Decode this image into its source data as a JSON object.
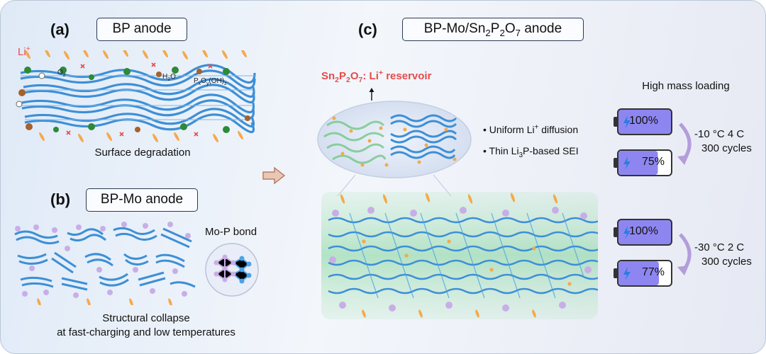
{
  "panel_a": {
    "letter": "(a)",
    "title": "BP anode",
    "li_label": "Li",
    "li_sup": "+",
    "o2_label": "O",
    "o2_sub": "2",
    "h2o_label_a": "H",
    "h2o_sub": "2",
    "h2o_label_b": "O",
    "pox_label_a": "P",
    "pox_sub1": "x",
    "pox_label_b": "O",
    "pox_sub2": "y",
    "pox_label_c": "(OH)",
    "pox_sub3": "z",
    "caption": "Surface degradation"
  },
  "panel_b": {
    "letter": "(b)",
    "title": "BP-Mo anode",
    "bond_label": "Mo-P bond",
    "caption_line1": "Structural collapse",
    "caption_line2": "at fast-charging and low temperatures"
  },
  "panel_c": {
    "letter": "(c)",
    "title_a": "BP-Mo/Sn",
    "title_sub1": "2",
    "title_b": "P",
    "title_sub2": "2",
    "title_c": "O",
    "title_sub3": "7",
    "title_d": " anode",
    "reservoir_a": "Sn",
    "reservoir_sub1": "2",
    "reservoir_b": "P",
    "reservoir_sub2": "2",
    "reservoir_c": "O",
    "reservoir_sub3": "7",
    "reservoir_d": ": Li",
    "reservoir_sup": "+",
    "reservoir_e": " reservoir",
    "bullet1_a": "• Uniform Li",
    "bullet1_sup": "+",
    "bullet1_b": " diffusion",
    "bullet2_a": "• Thin Li",
    "bullet2_sub": "3",
    "bullet2_b": "P-based SEI"
  },
  "performance": {
    "heading": "High mass loading",
    "group1": {
      "battery_top": "100%",
      "battery_bottom": "75%",
      "bottom_fill": 0.75,
      "condition": "-10 °C  4 C",
      "cycles": "300 cycles"
    },
    "group2": {
      "battery_top": "100%",
      "battery_bottom": "77%",
      "bottom_fill": 0.77,
      "condition": "-30 °C  2 C",
      "cycles": "300 cycles"
    }
  },
  "colors": {
    "layer_blue": "#3d8fd6",
    "atom_blue": "#4aa3e8",
    "mo_purple": "#c8aee6",
    "li_orange": "#f5a94a",
    "green_atom": "#2d8a36",
    "brown_atom": "#a5622d",
    "arrow_brown": "#c98b6c",
    "battery_fill": "#8e86f0",
    "curve_arrow": "#b39ddb",
    "lightning": "#2a7de1",
    "reservoir_red": "#e74b4b"
  }
}
